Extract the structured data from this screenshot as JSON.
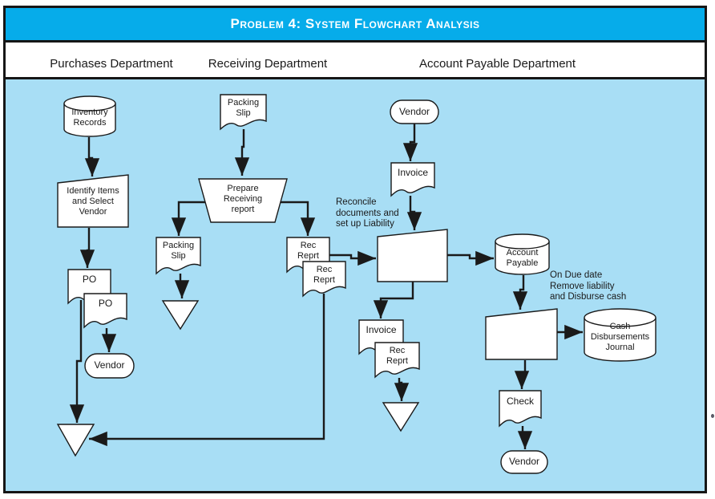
{
  "title": "Problem 4: System Flowchart Analysis",
  "departments": [
    {
      "label": "Purchases Department"
    },
    {
      "label": "Receiving Department"
    },
    {
      "label": "Account Payable Department"
    }
  ],
  "nodes": {
    "inventory_records": "Inventory\nRecords",
    "identify_items": "Identify Items\nand Select\nVendor",
    "po_1": "PO",
    "po_2": "PO",
    "vendor_purchases": "Vendor",
    "packing_slip_top": "Packing\nSlip",
    "prepare_receiving": "Prepare\nReceiving\nreport",
    "packing_slip_filed": "Packing\nSlip",
    "rec_reprt_1": "Rec\nReprt",
    "rec_reprt_2": "Rec\nReprt",
    "vendor_ap_top": "Vendor",
    "invoice_top": "Invoice",
    "account_payable": "Account\nPayable",
    "cash_disbursements_journal": "Cash\nDisbursements\nJournal",
    "invoice_filed": "Invoice",
    "rec_reprt_filed": "Rec\nReprt",
    "check": "Check",
    "vendor_ap_bottom": "Vendor"
  },
  "annotations": {
    "reconcile": "Reconcile\ndocuments and\nset up Liability",
    "due_date": "On Due date\nRemove liability\nand Disburse cash"
  },
  "colors": {
    "banner-blue": "#06ACEA",
    "canvas-blue": "#A8DEF5",
    "line-color": "#1A1A1A",
    "shape-fill": "#FFFFFF"
  }
}
